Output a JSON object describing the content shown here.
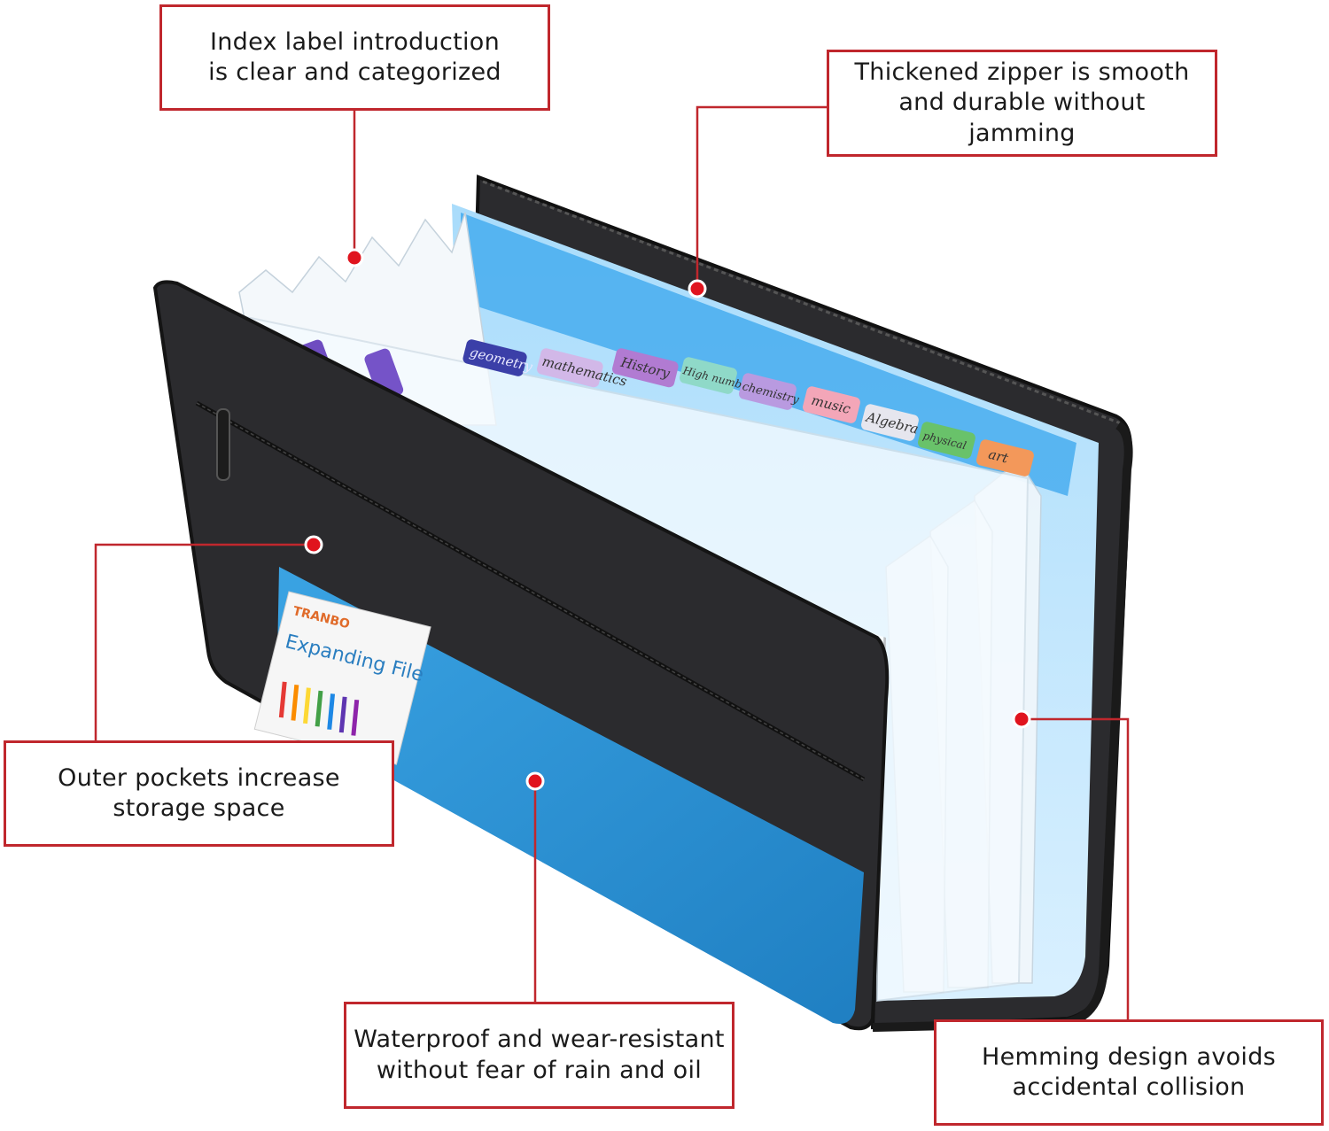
{
  "colors": {
    "accent_red": "#c0272d",
    "dot_red": "#e0141e",
    "folder_blue": "#2a90d0",
    "folder_black": "#2a2a2d"
  },
  "callouts": {
    "index_label": [
      "Index label introduction",
      "is clear and categorized"
    ],
    "zipper": [
      "Thickened zipper is smooth",
      "and durable without",
      "jamming"
    ],
    "outer_pockets": [
      "Outer pockets increase",
      "storage space"
    ],
    "waterproof": [
      "Waterproof and wear-resistant",
      "without fear of rain and oil"
    ],
    "hemming": [
      "Hemming design avoids",
      "accidental collision"
    ]
  },
  "product": {
    "brand": "TRANBO",
    "label_text": "Expanding File",
    "tab_labels": [
      "geometry",
      "mathematics",
      "History",
      "High number",
      "chemistry",
      "music",
      "Algebra",
      "physical",
      "art"
    ]
  }
}
